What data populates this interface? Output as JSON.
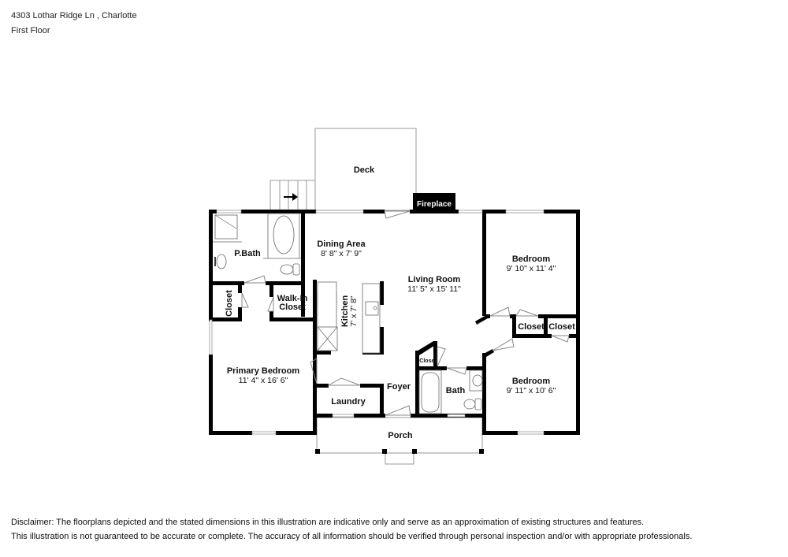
{
  "header": {
    "address": "4303 Lothar Ridge Ln , Charlotte",
    "floor": "First Floor"
  },
  "rooms": {
    "deck": {
      "name": "Deck"
    },
    "fireplace": {
      "name": "Fireplace"
    },
    "p_bath": {
      "name": "P.Bath"
    },
    "dining": {
      "name": "Dining Area",
      "dims": "8' 8\" x 7' 9\""
    },
    "living": {
      "name": "Living Room",
      "dims": "11' 5\" x 15' 11\""
    },
    "kitchen": {
      "name": "Kitchen",
      "dims": "7' x 7' 8\""
    },
    "bedroom_top": {
      "name": "Bedroom",
      "dims": "9' 10\" x 11' 4\""
    },
    "bedroom_bottom": {
      "name": "Bedroom",
      "dims": "9' 11\" x 10' 6\""
    },
    "closet_left": {
      "name": "Closet"
    },
    "walk_in": {
      "name_line1": "Walk-In",
      "name_line2": "Closet"
    },
    "primary_bedroom": {
      "name": "Primary Bedroom",
      "dims": "11' 4\" x 16' 6\""
    },
    "closet_right_1": {
      "name": "Closet"
    },
    "closet_right_2": {
      "name": "Closet"
    },
    "closet_hall": {
      "name": "Closet"
    },
    "foyer": {
      "name": "Foyer"
    },
    "laundry": {
      "name": "Laundry"
    },
    "bath": {
      "name": "Bath"
    },
    "porch": {
      "name": "Porch"
    }
  },
  "disclaimer": {
    "line1": "Disclaimer: The floorplans depicted and the stated dimensions in this illustration are indicative only and serve as an approximation of existing structures and features.",
    "line2": "This illustration is not guaranteed to be accurate or complete. The accuracy of all information should be verified through personal inspection and/or with appropriate professionals."
  }
}
